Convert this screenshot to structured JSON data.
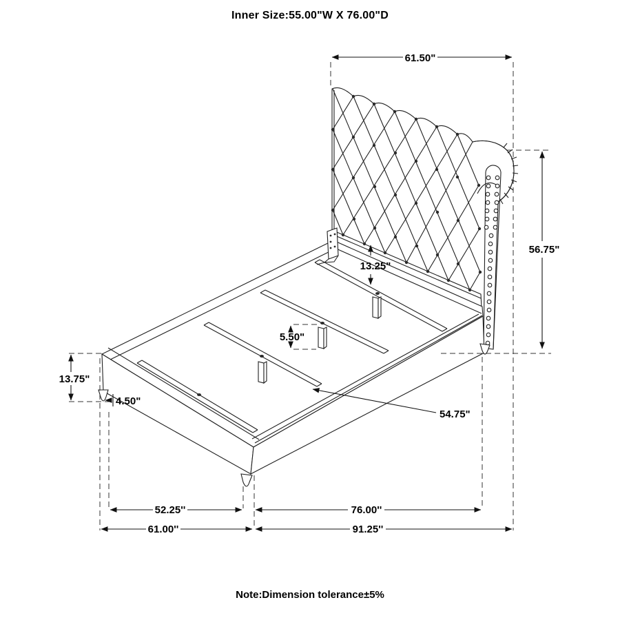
{
  "header": {
    "title": "Inner Size:55.00\"W X 76.00\"D"
  },
  "footer": {
    "note": "Note:Dimension tolerance±5%"
  },
  "dimensions": {
    "headboard_width": {
      "label": "61.50\""
    },
    "headboard_height": {
      "label": "56.75\""
    },
    "headboard_gap": {
      "label": "13.25\""
    },
    "slat_leg_height": {
      "label": "5.50\""
    },
    "footboard_height": {
      "label": "13.75\""
    },
    "caster_height": {
      "label": "4.50\""
    },
    "slat_length": {
      "label": "54.75\""
    },
    "inner_width": {
      "label": "52.25''"
    },
    "inner_depth": {
      "label": "76.00''"
    },
    "outer_width": {
      "label": "61.00''"
    },
    "outer_depth": {
      "label": "91.25''"
    }
  }
}
